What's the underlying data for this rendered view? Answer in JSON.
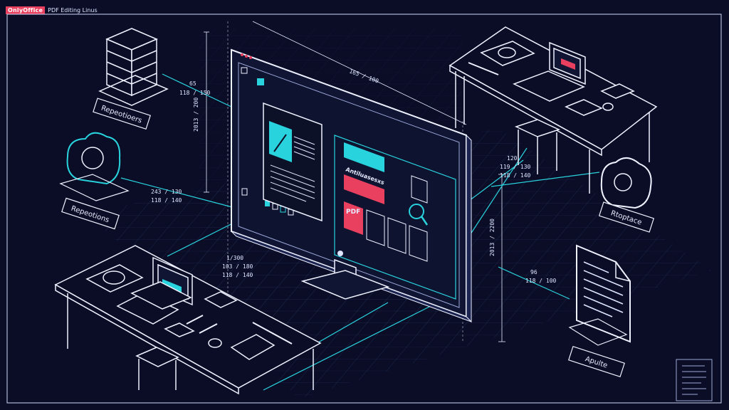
{
  "app": {
    "brand": "OnlyOffice",
    "subtitle": "PDF Editing Linus",
    "brand_color": "#e9405f",
    "accent_color": "#29d3de",
    "background_color": "#0b0d26"
  },
  "labels": {
    "servers": "Repeotioers",
    "cloud_left": "Repeotions",
    "cloud_right": "Rtoptace",
    "document": "Apulte"
  },
  "monitor": {
    "card_title": "Antiluasesxs",
    "pdf_badge": "PDF"
  },
  "dimensions": {
    "top": "165 / 100",
    "left_a": "65",
    "left_b": "118 / 150",
    "left_vertical": "2013 / 200",
    "mid_left_a": "243 / 130",
    "mid_left_b": "118 / 140",
    "right_top_a": "120",
    "right_top_b": "119 / 130",
    "right_top_c": "118 / 140",
    "right_vertical": "2013 / 2200",
    "right_low_a": "96",
    "right_low_b": "118 / 100",
    "bottom_a": "1/300",
    "bottom_b": "103 / 180",
    "bottom_c": "118 / 140"
  }
}
